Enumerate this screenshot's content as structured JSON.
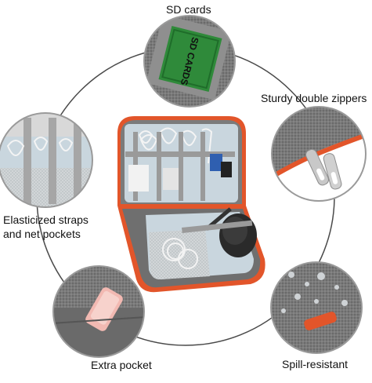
{
  "features": {
    "sd_cards": "SD cards",
    "zippers": "Sturdy double zippers",
    "straps_line1": "Elasticized straps",
    "straps_line2": "and net pockets",
    "extra_pocket": "Extra pocket",
    "spill": "Spill-resistant"
  },
  "card_lettering": "SD CARDS",
  "colors": {
    "case_gray": "#6f6f6f",
    "zipper_orange": "#e2552a",
    "card_green": "#2f8a3a",
    "lining_blue": "#c9d6de"
  }
}
